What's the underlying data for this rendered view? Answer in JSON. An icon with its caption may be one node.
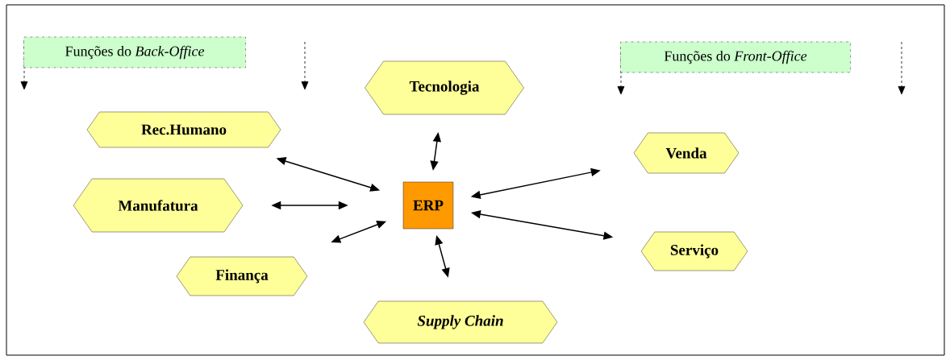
{
  "diagram": {
    "nodes": [
      {
        "text": [
          "Funções do *Back-Office*"
        ]
      },
      {
        "text": [
          "Funções do *Front-Office*"
        ]
      },
      {
        "text": [
          "Tecnologia"
        ]
      },
      {
        "text": [
          "Rec.Humano"
        ]
      },
      {
        "text": [
          "Manufatura"
        ]
      },
      {
        "text": [
          "Finança"
        ]
      },
      {
        "text": [
          "ERP"
        ]
      },
      {
        "text": [
          "Supply Chain"
        ]
      },
      {
        "text": [
          "Venda"
        ]
      },
      {
        "text": [
          "Serviço"
        ]
      }
    ],
    "edges": [
      {
        "from": 2,
        "to": 6,
        "arrow": "both"
      },
      {
        "from": 3,
        "to": 6,
        "arrow": "both"
      },
      {
        "from": 4,
        "to": 6,
        "arrow": "both"
      },
      {
        "from": 5,
        "to": 6,
        "arrow": "both"
      },
      {
        "from": 7,
        "to": 6,
        "arrow": "both"
      },
      {
        "from": 8,
        "to": 6,
        "arrow": "both"
      },
      {
        "from": 9,
        "to": 6,
        "arrow": "both"
      }
    ]
  }
}
